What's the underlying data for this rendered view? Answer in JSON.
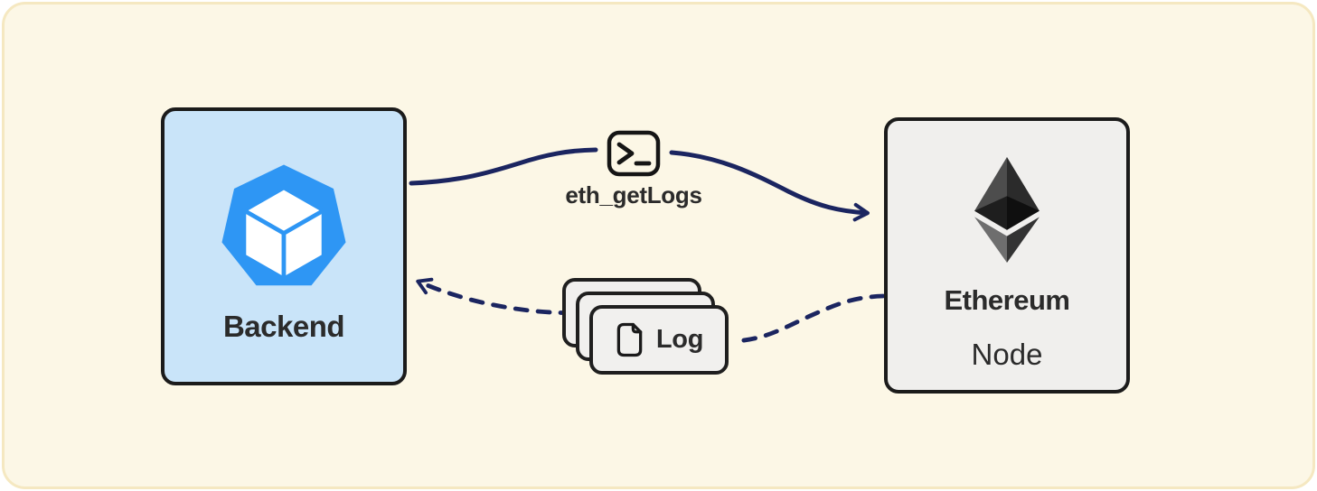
{
  "colors": {
    "canvas_bg": "#fcf7e6",
    "canvas_border": "#f5e8c1",
    "arrow_navy": "#1b2560",
    "box_border": "#1b1b1b",
    "backend_fill": "#c9e4f9",
    "backend_icon_blue": "#2e96f4",
    "node_fill": "#f0efed",
    "card_fill": "#f1f0ee",
    "text_dark": "#2b2b2b",
    "ethereum_logo_shades": [
      "#4d4d4d",
      "#2b2b2b",
      "#1e1e1e",
      "#0f0f0f",
      "#6e6e6e",
      "#333333"
    ]
  },
  "diagram": {
    "backend": {
      "label": "Backend",
      "icon": "cube-heptagon-icon"
    },
    "ethereum": {
      "title": "Ethereum",
      "subtitle": "Node",
      "icon": "ethereum-icon"
    },
    "request": {
      "label": "eth_getLogs",
      "icon": "terminal-icon",
      "arrow_style": "solid",
      "from": "Backend",
      "to": "Ethereum Node"
    },
    "response": {
      "label": "Log",
      "icon": "document-icon",
      "arrow_style": "dashed",
      "card_count": 3,
      "from": "Ethereum Node",
      "to": "Backend"
    }
  }
}
